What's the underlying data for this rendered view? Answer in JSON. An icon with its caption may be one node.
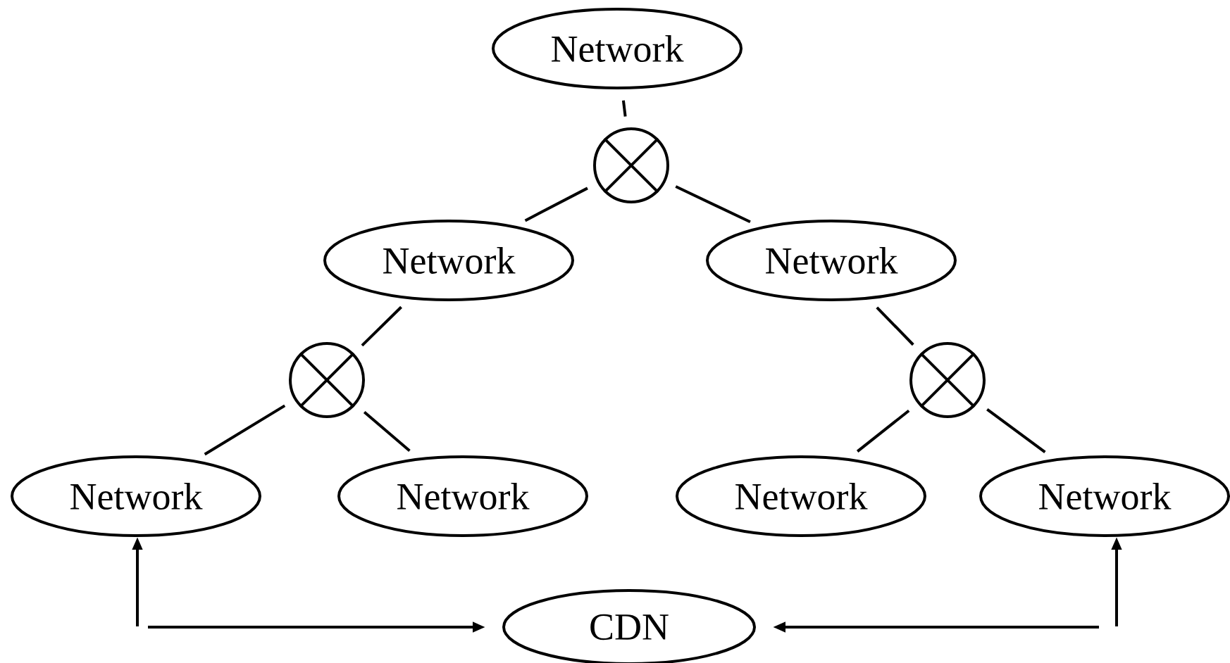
{
  "diagram": {
    "nodes": [
      {
        "text": [
          "Network"
        ]
      },
      {
        "text": [],
        "shape": "circle"
      },
      {
        "text": [
          "Network"
        ]
      },
      {
        "text": [
          "Network"
        ]
      },
      {
        "text": [],
        "shape": "circle"
      },
      {
        "text": [],
        "shape": "circle"
      },
      {
        "text": [
          "Network"
        ]
      },
      {
        "text": [
          "Network"
        ]
      },
      {
        "text": [
          "Network"
        ]
      },
      {
        "text": [
          "Network"
        ]
      },
      {
        "text": [
          "CDN"
        ]
      }
    ],
    "edges": [
      {
        "from": 0,
        "to": 1,
        "arrow": "none"
      },
      {
        "from": 1,
        "to": 2,
        "arrow": "none"
      },
      {
        "from": 1,
        "to": 3,
        "arrow": "none"
      },
      {
        "from": 2,
        "to": 4,
        "arrow": "none"
      },
      {
        "from": 4,
        "to": 6,
        "arrow": "none"
      },
      {
        "from": 4,
        "to": 7,
        "arrow": "none"
      },
      {
        "from": 3,
        "to": 5,
        "arrow": "none"
      },
      {
        "from": 5,
        "to": 8,
        "arrow": "none"
      },
      {
        "from": 5,
        "to": 9,
        "arrow": "none"
      },
      {
        "from": null,
        "to": 6,
        "arrow": "to"
      },
      {
        "from": null,
        "to": 10,
        "arrow": "to"
      },
      {
        "from": null,
        "to": 9,
        "arrow": "to"
      },
      {
        "from": null,
        "to": 10,
        "arrow": "to"
      }
    ]
  }
}
